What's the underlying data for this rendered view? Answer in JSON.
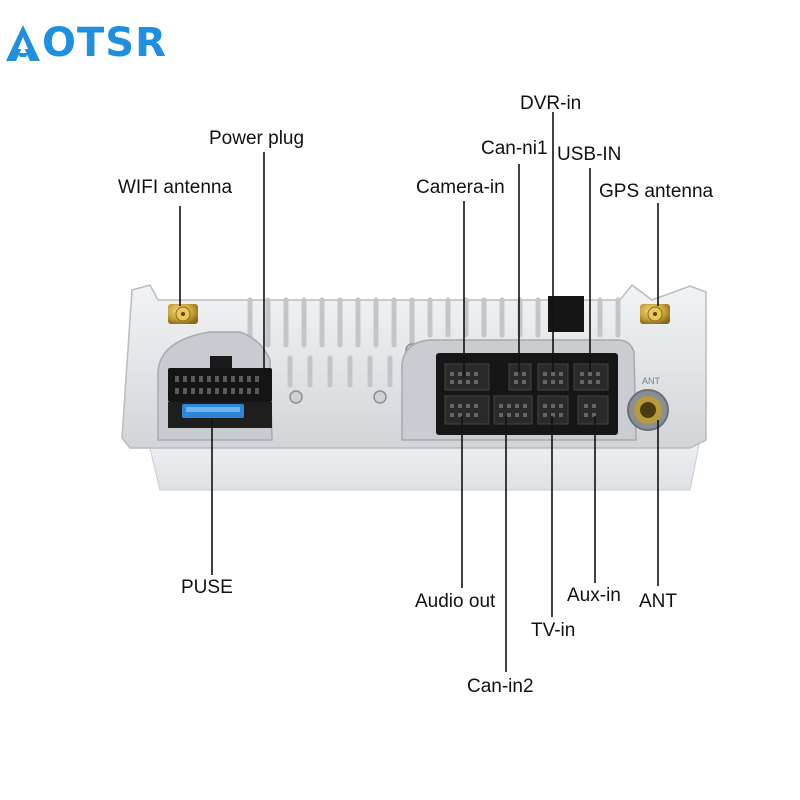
{
  "brand": {
    "name": "OTSR",
    "logo_icon": "a-mountain-icon",
    "color": "#1f8fe0"
  },
  "labels": {
    "dvr_in": "DVR-in",
    "power_plug": "Power plug",
    "can_ni1": "Can-ni1",
    "usb_in": "USB-IN",
    "wifi_antenna": "WIFI antenna",
    "camera_in": "Camera-in",
    "gps_antenna": "GPS antenna",
    "puse": "PUSE",
    "audio_out": "Audio out",
    "aux_in": "Aux-in",
    "ant": "ANT",
    "tv_in": "TV-in",
    "can_in2": "Can-in2"
  },
  "device": {
    "ant_port_marking": "ANT",
    "body_color": "#d9dcdf",
    "side_color": "#e6e8ea"
  }
}
